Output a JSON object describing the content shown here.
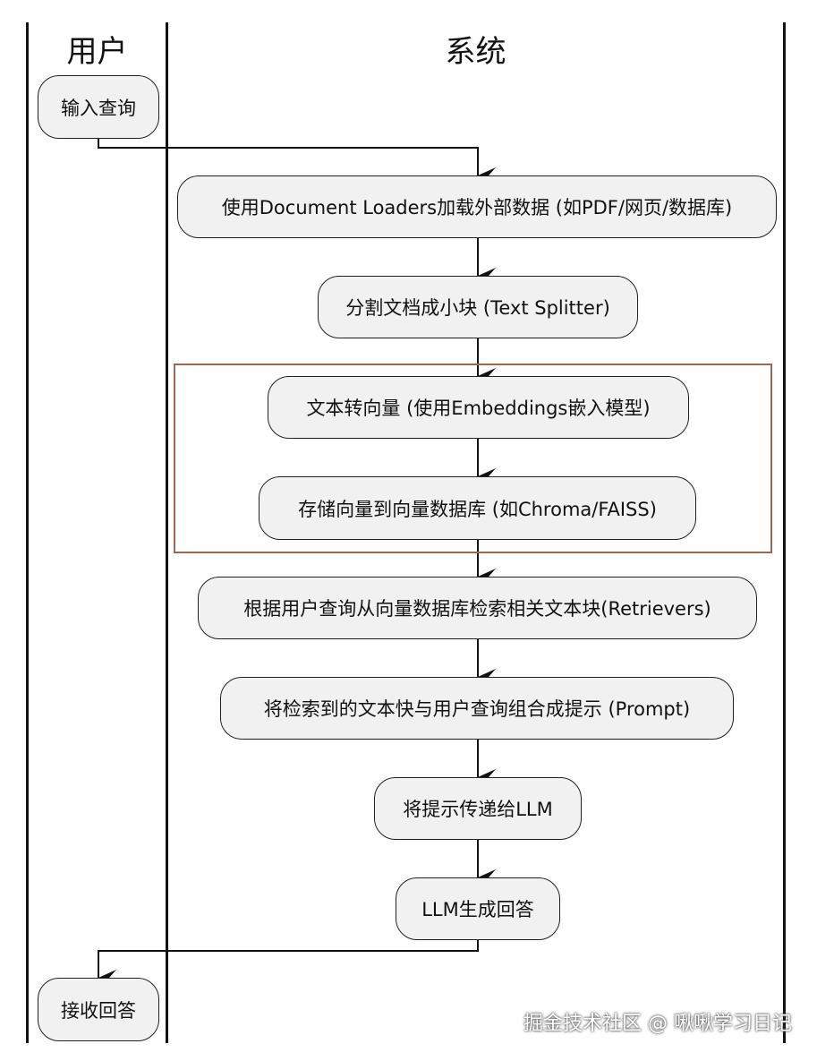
{
  "lanes": {
    "user": "用户",
    "system": "系统"
  },
  "nodes": {
    "input_query": "输入查询",
    "load_docs": "使用Document Loaders加载外部数据 (如PDF/网页/数据库)",
    "split_docs": "分割文档成小块 (Text Splitter)",
    "embed": "文本转向量 (使用Embeddings嵌入模型)",
    "store_vectors": "存储向量到向量数据库 (如Chroma/FAISS)",
    "retrieve": "根据用户查询从向量数据库检索相关文本块(Retrievers)",
    "build_prompt": "将检索到的文本快与用户查询组合成提示 (Prompt)",
    "pass_llm": "将提示传递给LLM",
    "llm_generate": "LLM生成回答",
    "receive_answer": "接收回答"
  },
  "watermark": "掘金技术社区 @ 啾啾学习日记",
  "colors": {
    "node_fill": "#f1f1f1",
    "group_border": "#a0684a",
    "line": "#111111"
  }
}
